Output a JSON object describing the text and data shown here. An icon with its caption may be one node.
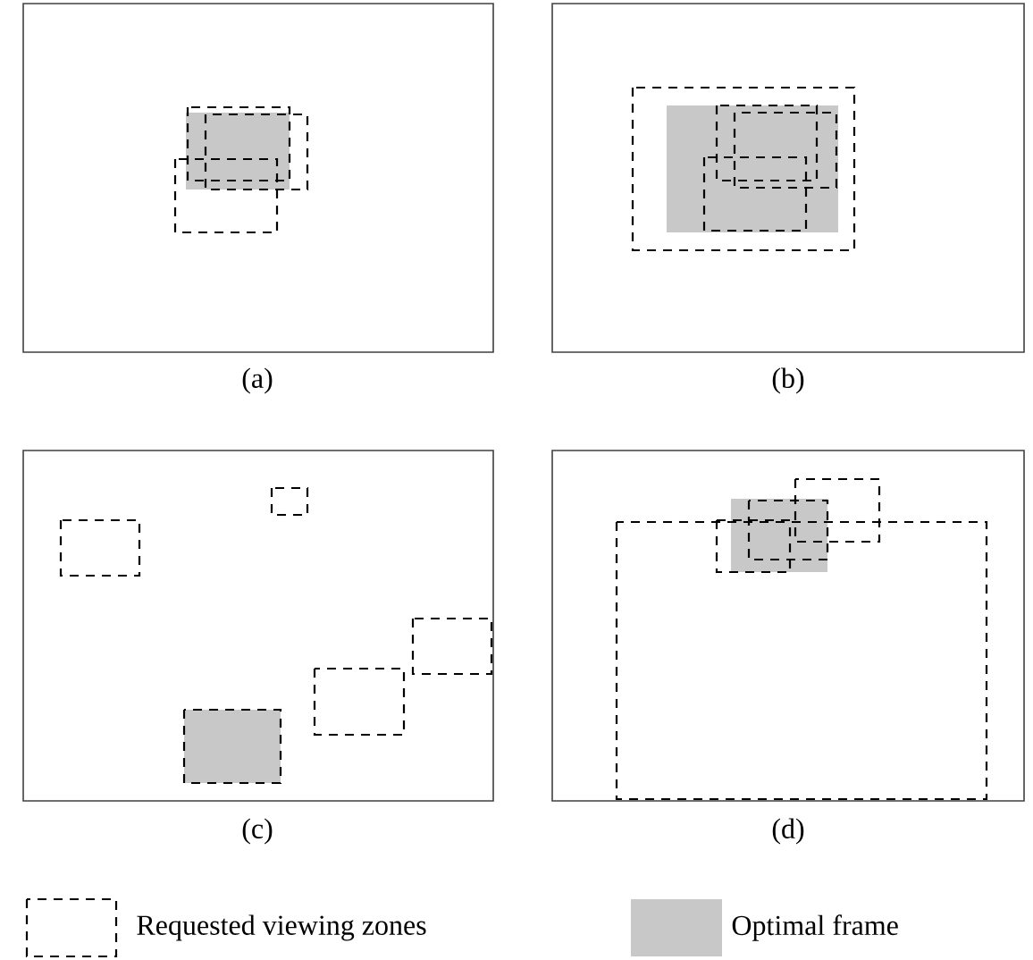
{
  "diagram": {
    "labels": [
      "(a)",
      "(b)",
      "(c)",
      "(d)"
    ],
    "legend": [
      {
        "text": "Requested viewing zones"
      },
      {
        "text": "Optimal frame",
        "color": "#c8c8c8"
      }
    ]
  }
}
